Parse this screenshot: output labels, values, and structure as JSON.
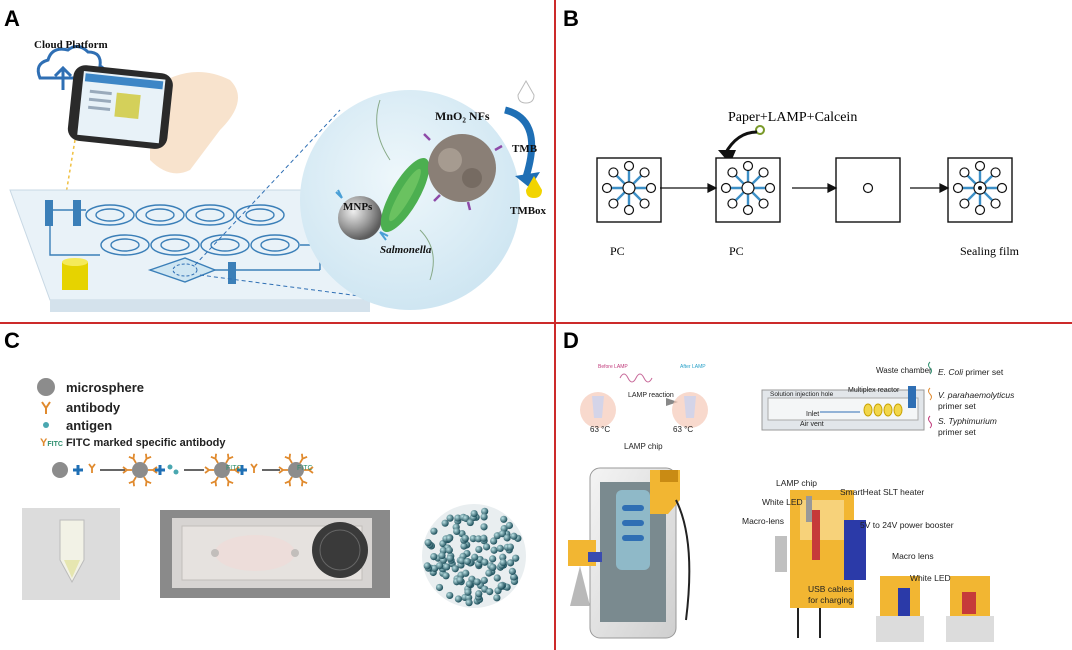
{
  "colors": {
    "divider": "#cc2a2a",
    "chip": "#e9f2f8",
    "channel": "#3b7fb8",
    "cloud": "#2f6fb4",
    "bubble": "#d6ecf6",
    "bacteria": "#4caf50",
    "nanoflower": "#8a7f76",
    "antibody": "#e08a2e",
    "plus": "#1f6fb5",
    "microsphere": "#8c8c8c",
    "yellow": "#e6d300",
    "lamp_chip": "#f2b632",
    "spoke": "#3c8fc6"
  },
  "panels": {
    "a": {
      "letter": "A",
      "cloud_label": "Cloud Platform",
      "mnps_label": "MNPs",
      "mno2_label": "MnO₂ NFs",
      "tmb_label": "TMB",
      "tmbox_label": "TMBox",
      "salmonella_label": "Salmonella"
    },
    "b": {
      "letter": "B",
      "reagent_label": "Paper+LAMP+Calcein",
      "labels": [
        "PC",
        "PC",
        "",
        "Sealing  film"
      ]
    },
    "c": {
      "letter": "C",
      "legend": [
        {
          "text": "microsphere",
          "icon": "microsphere-icon"
        },
        {
          "text": "antibody",
          "icon": "antibody-icon"
        },
        {
          "text": "antigen",
          "icon": "antigen-icon"
        }
      ],
      "fitc_prefix": "Y",
      "fitc_sup": "FITC",
      "fitc_text": " FITC marked specific antibody",
      "sequence_fitc": "FITC"
    },
    "d": {
      "letter": "D",
      "before_lamp": "Before LAMP",
      "after_lamp": "After LAMP",
      "lamp_reaction": "LAMP reaction",
      "temp_left": "63 °C",
      "temp_right": "63 °C",
      "lamp_chip_top": "LAMP chip",
      "waste_chamber": "Waste chamber",
      "solution_injection": "Solution injection hole",
      "multiplex_reactor": "Multiplex reactor",
      "inlet": "Inlet",
      "air_vent": "Air vent",
      "legend": [
        {
          "italic": "E. Coli",
          "rest": " primer set"
        },
        {
          "italic": "V. parahaemolyticus",
          "rest": "primer set"
        },
        {
          "italic": "S. Typhimurium",
          "rest": "primer set"
        }
      ],
      "device_labels": {
        "lamp_chip": "LAMP chip",
        "white_led": "White LED",
        "smartheat": "SmartHeat SLT heater",
        "macro_lens": "Macro-lens",
        "booster": "5V to 24V power booster",
        "usb_line1": "USB cables",
        "usb_line2": "for charging",
        "macro_lens_small": "Macro lens",
        "white_led_small": "White LED"
      }
    }
  }
}
